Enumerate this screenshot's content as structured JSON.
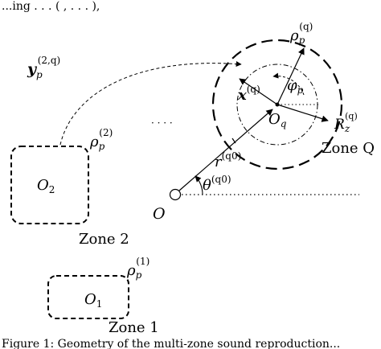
{
  "caption_top": "...ing . . . ( , . . . ),",
  "caption_bottom": "Figure 1: Geometry of the multi-zone sound reproduction...",
  "labels": {
    "origin": "O",
    "zone1_center": "O",
    "zone1_center_sub": "1",
    "zone1_name": "Zone 1",
    "zone1_rho": "ρ",
    "zone1_rho_sub": "p",
    "zone1_rho_sup": "(1)",
    "zone2_center": "O",
    "zone2_center_sub": "2",
    "zone2_name": "Zone 2",
    "zone2_rho": "ρ",
    "zone2_rho_sub": "p",
    "zone2_rho_sup": "(2)",
    "zoneq_center": "O",
    "zoneq_center_sub": "q",
    "zoneq_name": "Zone Q",
    "zoneq_rho": "ρ",
    "zoneq_rho_sub": "p",
    "zoneq_rho_sup": "(q)",
    "radius": "R",
    "radius_sub": "z",
    "radius_sup": "(q)",
    "y_vec": "y",
    "y_sub": "p",
    "y_sup": "(2,q)",
    "x_vec": "x",
    "x_sup": "(q)",
    "phi": "φ",
    "phi_sub": "p",
    "r_label": "r",
    "r_sup": "(q0)",
    "theta_label": "θ",
    "theta_sup": "(q0)",
    "ellipsis": "· · · ·"
  }
}
